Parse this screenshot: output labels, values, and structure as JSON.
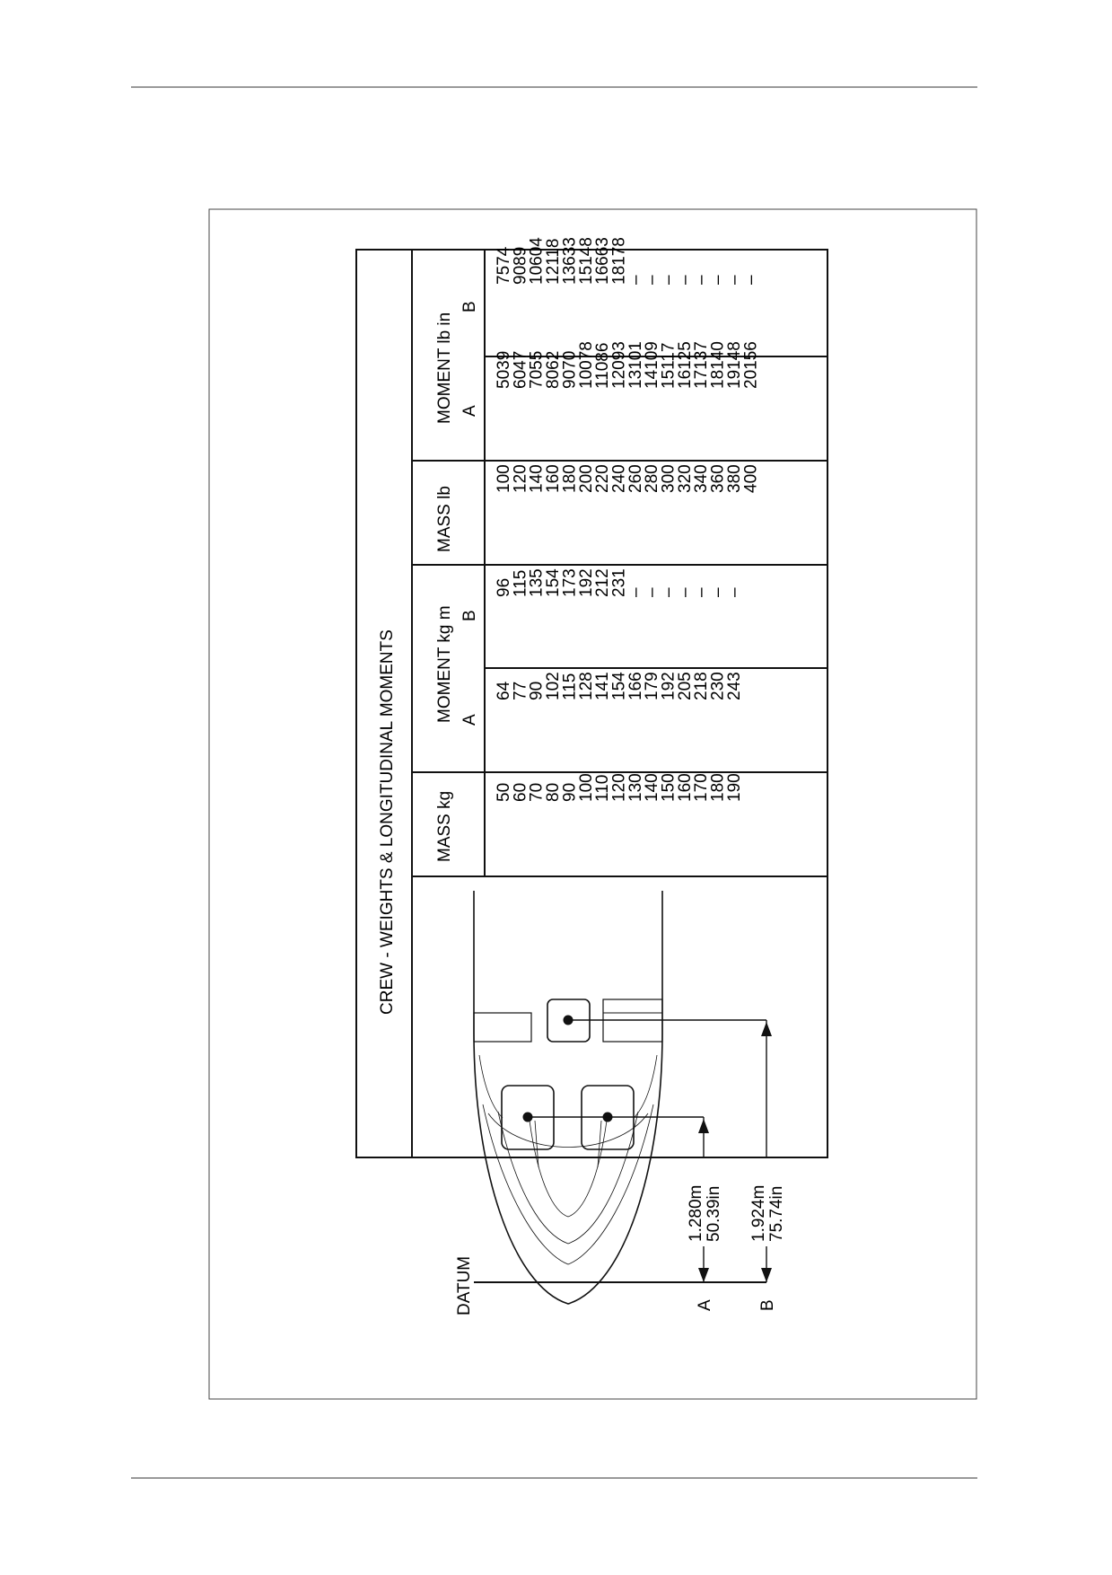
{
  "title": "CREW  -  WEIGHTS & LONGITUDINAL MOMENTS",
  "headers": {
    "mass_kg": "MASS  kg",
    "moment_kgm": "MOMENT  kg m",
    "mass_lb": "MASS  lb",
    "moment_lbin": "MOMENT  lb in",
    "sub_a": "A",
    "sub_b": "B"
  },
  "diagram": {
    "datum_label": "DATUM",
    "arm_a_label": "A",
    "arm_b_label": "B",
    "arm_a_m": "1.280m",
    "arm_a_in": "50.39in",
    "arm_b_m": "1.924m",
    "arm_b_in": "75.74in"
  },
  "table": {
    "mass_kg": [
      "50",
      "60",
      "70",
      "80",
      "90",
      "100",
      "110",
      "120",
      "130",
      "140",
      "150",
      "160",
      "170",
      "180",
      "190"
    ],
    "moment_kgm_a": [
      "64",
      "77",
      "90",
      "102",
      "115",
      "128",
      "141",
      "154",
      "166",
      "179",
      "192",
      "205",
      "218",
      "230",
      "243"
    ],
    "moment_kgm_b": [
      "96",
      "115",
      "135",
      "154",
      "173",
      "192",
      "212",
      "231",
      "–",
      "–",
      "–",
      "–",
      "–",
      "–",
      "–"
    ],
    "mass_lb": [
      "100",
      "120",
      "140",
      "160",
      "180",
      "200",
      "220",
      "240",
      "260",
      "280",
      "300",
      "320",
      "340",
      "360",
      "380",
      "400"
    ],
    "moment_lbin_a": [
      "5039",
      "6047",
      "7055",
      "8062",
      "9070",
      "10078",
      "11086",
      "12093",
      "13101",
      "14109",
      "15117",
      "16125",
      "17137",
      "18140",
      "19148",
      "20156"
    ],
    "moment_lbin_b": [
      "7574",
      "9089",
      "10604",
      "12118",
      "13633",
      "15148",
      "16663",
      "18178",
      "–",
      "–",
      "–",
      "–",
      "–",
      "–",
      "–",
      "–"
    ]
  }
}
